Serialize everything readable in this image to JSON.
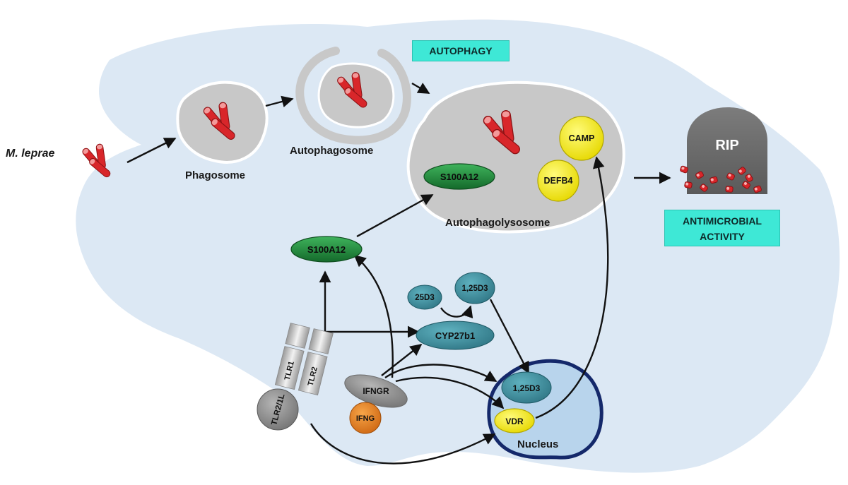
{
  "labels": {
    "m_leprae": "M. leprae",
    "phagosome": "Phagosome",
    "autophagosome": "Autophagosome",
    "autophagolysosome": "Autophagolysosome",
    "nucleus": "Nucleus",
    "rip": "RIP"
  },
  "badges": {
    "autophagy": "AUTOPHAGY",
    "antimicrobial_line1": "ANTIMICROBIAL",
    "antimicrobial_line2": "ACTIVITY"
  },
  "nodes": {
    "s100a12_lysosome": "S100A12",
    "camp": "CAMP",
    "defb4": "DEFB4",
    "s100a12_cyto": "S100A12",
    "d25": "25D3",
    "d125_cyto": "1,25D3",
    "cyp27b1": "CYP27b1",
    "d125_nucleus": "1,25D3",
    "vdr": "VDR",
    "ifngr": "IFNGR",
    "ifng": "IFNG",
    "tlr1": "TLR1",
    "tlr2": "TLR2",
    "tlr21l": "TLR2/1L"
  },
  "colors": {
    "cell": "#dce8f4",
    "vesicle": "#c8c8c8",
    "green": "#1f8a3c",
    "yellow": "#f2ea00",
    "teal": "#3f8f9f",
    "orange": "#e07a1a",
    "bacteria": "#d8262a",
    "badge": "#3ee8d6",
    "nucleus_border": "#14286a"
  }
}
